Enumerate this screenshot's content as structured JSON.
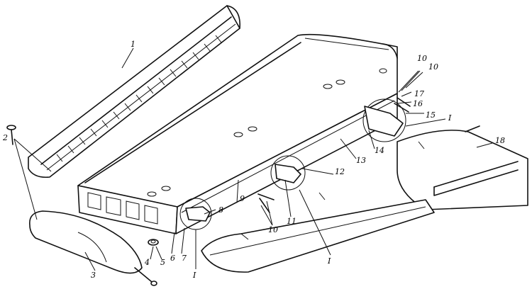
{
  "labels": [
    "1",
    "2",
    "3",
    "4",
    "5",
    "6",
    "7",
    "8",
    "9",
    "10",
    "10",
    "10",
    "11",
    "12",
    "13",
    "14",
    "15",
    "16",
    "17",
    "18",
    "I",
    "I",
    "I"
  ]
}
